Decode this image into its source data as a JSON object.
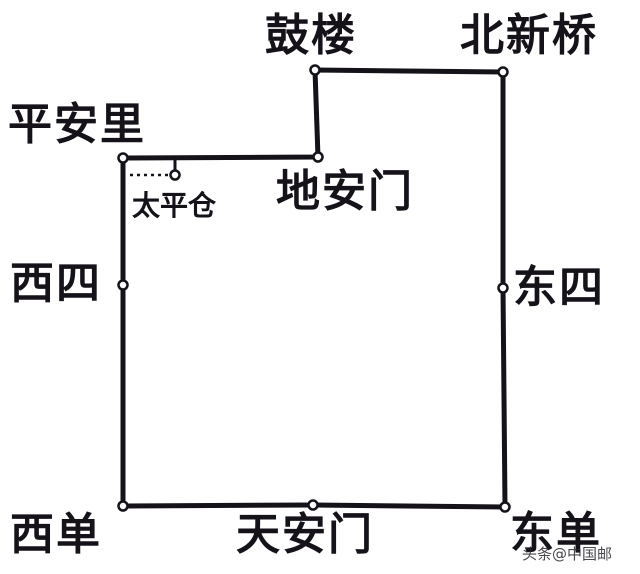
{
  "map": {
    "title": "",
    "line_color": "#15121a",
    "node_fill": "#ffffff",
    "background": "#ffffff",
    "stations": [
      {
        "id": "gulou",
        "label": "鼓楼"
      },
      {
        "id": "beixinqiao",
        "label": "北新桥"
      },
      {
        "id": "pinganli",
        "label": "平安里"
      },
      {
        "id": "taipingcang",
        "label": "太平仓"
      },
      {
        "id": "dianmen",
        "label": "地安门"
      },
      {
        "id": "xisi",
        "label": "西四"
      },
      {
        "id": "dongsi",
        "label": "东四"
      },
      {
        "id": "xidan",
        "label": "西单"
      },
      {
        "id": "tiananmen",
        "label": "天安门"
      },
      {
        "id": "dongdan",
        "label": "东单"
      }
    ],
    "routes": [
      {
        "from": "平安里",
        "to": "地安门",
        "style": "solid"
      },
      {
        "from": "地安门",
        "to": "鼓楼",
        "style": "solid"
      },
      {
        "from": "鼓楼",
        "to": "北新桥",
        "style": "solid"
      },
      {
        "from": "北新桥",
        "to": "东四",
        "style": "solid"
      },
      {
        "from": "东四",
        "to": "东单",
        "style": "solid"
      },
      {
        "from": "东单",
        "to": "天安门",
        "style": "solid"
      },
      {
        "from": "天安门",
        "to": "西单",
        "style": "solid"
      },
      {
        "from": "西单",
        "to": "西四",
        "style": "solid"
      },
      {
        "from": "西四",
        "to": "平安里",
        "style": "solid"
      },
      {
        "from": "平安里",
        "to": "太平仓",
        "style": "dotted"
      }
    ]
  },
  "watermark": "头条@中国邮"
}
